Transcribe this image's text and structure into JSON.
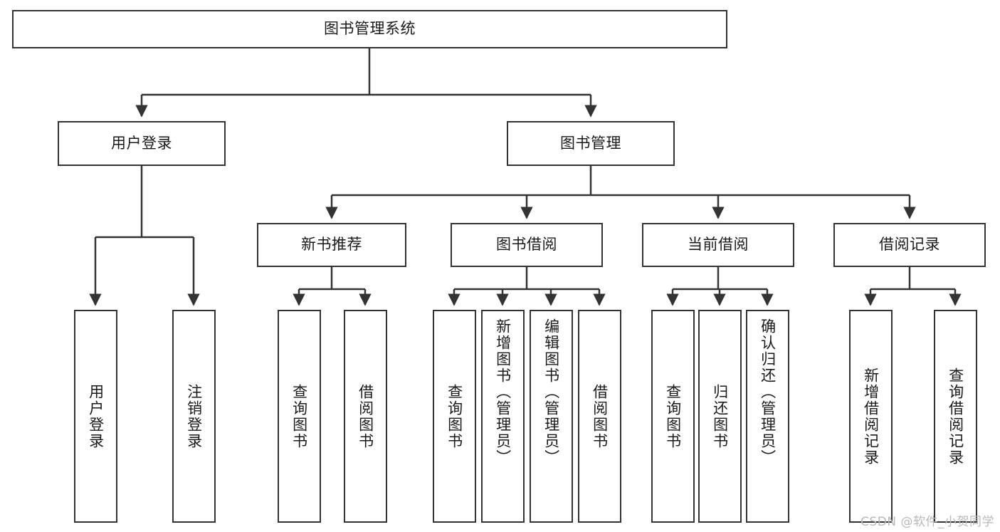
{
  "diagram": {
    "type": "tree-flowchart",
    "title": "图书管理系统",
    "orientation": "top-down",
    "colors": {
      "box_border": "#333333",
      "box_fill": "#ffffff",
      "connector": "#333333",
      "text": "#1a1a1a",
      "watermark": "#b9b9b9"
    },
    "root": {
      "label": "图书管理系统"
    },
    "level2": [
      {
        "label": "用户登录"
      },
      {
        "label": "图书管理"
      }
    ],
    "level3": [
      {
        "label": "新书推荐"
      },
      {
        "label": "图书借阅"
      },
      {
        "label": "当前借阅"
      },
      {
        "label": "借阅记录"
      }
    ],
    "leaves": {
      "user_login": [
        {
          "label": "用户登录"
        },
        {
          "label": "注销登录"
        }
      ],
      "new_book_recommend": [
        {
          "label": "查询图书"
        },
        {
          "label": "借阅图书"
        }
      ],
      "book_borrow": [
        {
          "label": "查询图书"
        },
        {
          "label": "新增图书（管理员）"
        },
        {
          "label": "编辑图书（管理员）"
        },
        {
          "label": "借阅图书"
        }
      ],
      "current_borrow": [
        {
          "label": "查询图书"
        },
        {
          "label": "归还图书"
        },
        {
          "label": "确认归还（管理员）"
        }
      ],
      "borrow_record": [
        {
          "label": "新增借阅记录"
        },
        {
          "label": "查询借阅记录"
        }
      ]
    }
  },
  "watermark": {
    "text": "CSDN @软件_小贺同学"
  }
}
